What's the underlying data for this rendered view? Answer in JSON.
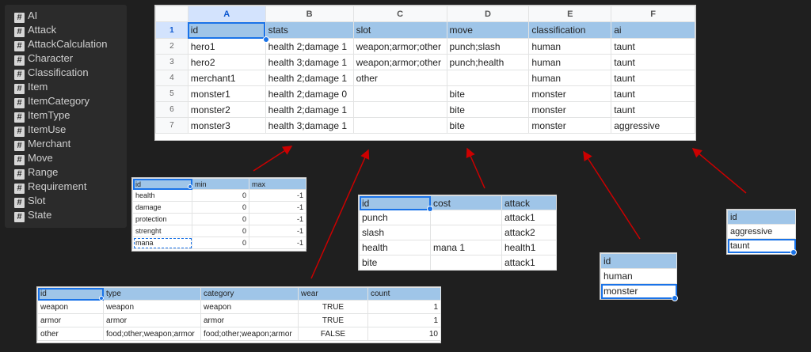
{
  "left_panel": {
    "items": [
      "AI",
      "Attack",
      "AttackCalculation",
      "Character",
      "Classification",
      "Item",
      "ItemCategory",
      "ItemType",
      "ItemUse",
      "Merchant",
      "Move",
      "Range",
      "Requirement",
      "Slot",
      "State"
    ]
  },
  "main_sheet": {
    "columns": [
      "A",
      "B",
      "C",
      "D",
      "E",
      "F"
    ],
    "rows": [
      [
        "id",
        "stats",
        "slot",
        "move",
        "classification",
        "ai"
      ],
      [
        "hero1",
        "health 2;damage 1",
        "weapon;armor;other",
        "punch;slash",
        "human",
        "taunt"
      ],
      [
        "hero2",
        "health 3;damage 1",
        "weapon;armor;other",
        "punch;health",
        "human",
        "taunt"
      ],
      [
        "merchant1",
        "health 2;damage 1",
        "other",
        "",
        "human",
        "taunt"
      ],
      [
        "monster1",
        "health 2;damage 0",
        "",
        "bite",
        "monster",
        "taunt"
      ],
      [
        "monster2",
        "health 2;damage 1",
        "",
        "bite",
        "monster",
        "taunt"
      ],
      [
        "monster3",
        "health 3;damage 1",
        "",
        "bite",
        "monster",
        "aggressive"
      ]
    ]
  },
  "stats_table": {
    "rows": [
      [
        "id",
        "min",
        "max"
      ],
      [
        "health",
        "0",
        "-1"
      ],
      [
        "damage",
        "0",
        "-1"
      ],
      [
        "protection",
        "0",
        "-1"
      ],
      [
        "strenght",
        "0",
        "-1"
      ],
      [
        "mana",
        "0",
        "-1"
      ]
    ]
  },
  "move_table": {
    "rows": [
      [
        "id",
        "cost",
        "attack"
      ],
      [
        "punch",
        "",
        "attack1"
      ],
      [
        "slash",
        "",
        "attack2"
      ],
      [
        "health",
        "mana 1",
        "health1"
      ],
      [
        "bite",
        "",
        "attack1"
      ]
    ]
  },
  "slot_table": {
    "rows": [
      [
        "id",
        "type",
        "category",
        "wear",
        "count"
      ],
      [
        "weapon",
        "weapon",
        "weapon",
        "TRUE",
        "1"
      ],
      [
        "armor",
        "armor",
        "armor",
        "TRUE",
        "1"
      ],
      [
        "other",
        "food;other;weapon;armor",
        "food;other;weapon;armor",
        "FALSE",
        "10"
      ]
    ]
  },
  "classification_table": {
    "rows": [
      [
        "id"
      ],
      [
        "human"
      ],
      [
        "monster"
      ]
    ]
  },
  "ai_table": {
    "rows": [
      [
        "id"
      ],
      [
        "aggressive"
      ],
      [
        "taunt"
      ]
    ]
  },
  "colors": {
    "background": "#1f1f1f",
    "header_fill": "#9fc5e8",
    "selection": "#1a73e8",
    "arrow": "#cc0000"
  }
}
